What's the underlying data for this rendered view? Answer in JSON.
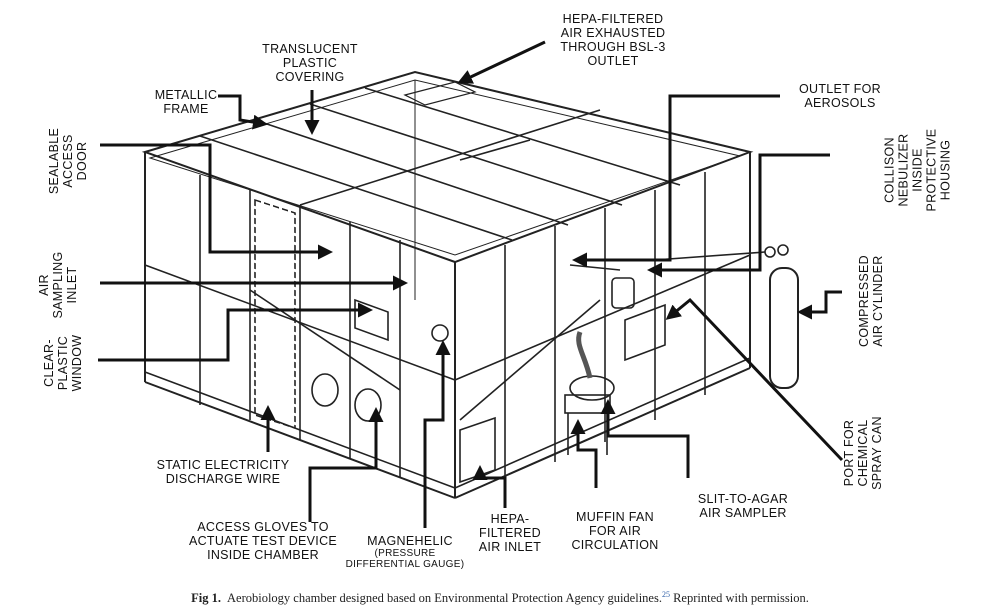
{
  "labels": {
    "hepa_outlet": "HEPA-FILTERED\nAIR EXHAUSTED\nTHROUGH BSL-3\nOUTLET",
    "translucent": "TRANSLUCENT\nPLASTIC\nCOVERING",
    "metallic_frame": "METALLIC\nFRAME",
    "outlet_aerosols": "OUTLET FOR\nAEROSOLS",
    "sealable_door": "SEALABLE\nACCESS\nDOOR",
    "collison": "COLLISON\nNEBULIZER\nINSIDE\nPROTECTIVE\nHOUSING",
    "air_sampling": "AIR\nSAMPLING\nINLET",
    "compressed_air": "COMPRESSED\nAIR CYLINDER",
    "clear_plastic": "CLEAR-\nPLASTIC\nWINDOW",
    "static_wire": "STATIC ELECTRICITY\nDISCHARGE WIRE",
    "port_spray": "PORT FOR\nCHEMICAL\nSPRAY CAN",
    "slit_agar": "SLIT-TO-AGAR\nAIR SAMPLER",
    "access_gloves": "ACCESS GLOVES TO\nACTUATE TEST DEVICE\nINSIDE CHAMBER",
    "magnehelic": "MAGNEHELIC",
    "magnehelic_sub": "(PRESSURE\nDIFFERENTIAL GAUGE)",
    "hepa_inlet": "HEPA-\nFILTERED\nAIR INLET",
    "muffin_fan": "MUFFIN FAN\nFOR AIR\nCIRCULATION"
  },
  "caption": {
    "figure": "Fig 1.",
    "text": "Aerobiology chamber designed based on Environmental Protection Agency guidelines.",
    "ref": "25",
    "suffix": " Reprinted with permission."
  }
}
